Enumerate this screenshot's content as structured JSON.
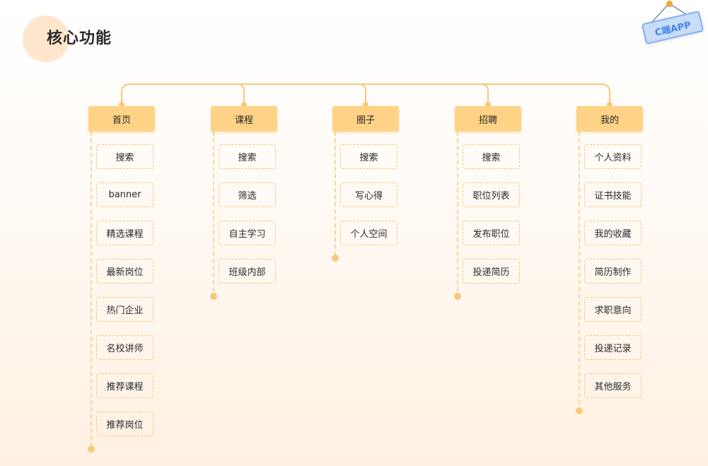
{
  "title": "核心功能",
  "badge": {
    "text": "C端APP",
    "icon": "hanging-sign-icon"
  },
  "colors": {
    "header_fill": "#ffd286",
    "item_border": "#f5c470",
    "connector": "#f7c97a",
    "title_circle": "#ffe6cc",
    "badge_text": "#3f87e8"
  },
  "columns": [
    {
      "label": "首页",
      "items": [
        "搜索",
        "banner",
        "精选课程",
        "最新岗位",
        "热门企业",
        "名校讲师",
        "推荐课程",
        "推荐岗位"
      ]
    },
    {
      "label": "课程",
      "items": [
        "搜索",
        "筛选",
        "自主学习",
        "班级内部"
      ]
    },
    {
      "label": "圈子",
      "items": [
        "搜索",
        "写心得",
        "个人空间"
      ]
    },
    {
      "label": "招聘",
      "items": [
        "搜索",
        "职位列表",
        "发布职位",
        "投递简历"
      ]
    },
    {
      "label": "我的",
      "items": [
        "个人资料",
        "证书技能",
        "我的收藏",
        "简历制作",
        "求职意向",
        "投递记录",
        "其他服务"
      ]
    }
  ]
}
